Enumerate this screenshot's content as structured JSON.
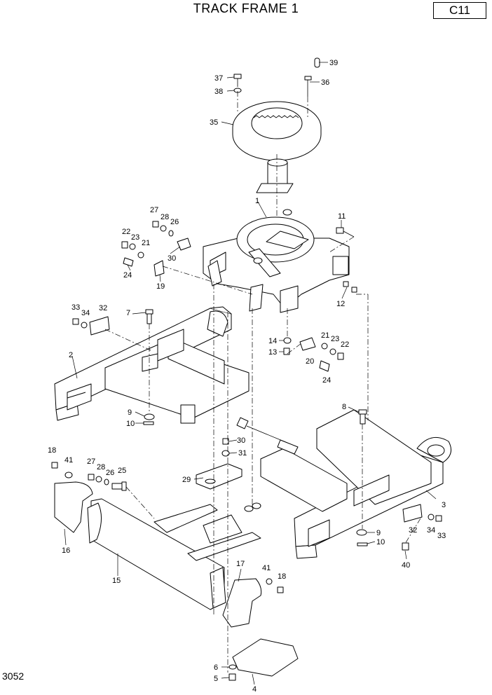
{
  "title": "TRACK FRAME 1",
  "code": "C11",
  "page_number": "3052",
  "callouts": {
    "c1": "1",
    "c2": "2",
    "c3": "3",
    "c4": "4",
    "c5": "5",
    "c6": "6",
    "c7": "7",
    "c8": "8",
    "c9a": "9",
    "c9b": "9",
    "c10a": "10",
    "c10b": "10",
    "c11": "11",
    "c12": "12",
    "c13": "13",
    "c14": "14",
    "c15": "15",
    "c16": "16",
    "c17": "17",
    "c18a": "18",
    "c18b": "18",
    "c19": "19",
    "c20": "20",
    "c21a": "21",
    "c21b": "21",
    "c22a": "22",
    "c22b": "22",
    "c23a": "23",
    "c23b": "23",
    "c24a": "24",
    "c24b": "24",
    "c25": "25",
    "c26a": "26",
    "c26b": "26",
    "c27a": "27",
    "c27b": "27",
    "c28a": "28",
    "c28b": "28",
    "c29": "29",
    "c30a": "30",
    "c30b": "30",
    "c31": "31",
    "c32a": "32",
    "c32b": "32",
    "c33a": "33",
    "c33b": "33",
    "c34a": "34",
    "c34b": "34",
    "c35": "35",
    "c36": "36",
    "c37": "37",
    "c38": "38",
    "c39": "39",
    "c40": "40",
    "c41a": "41",
    "c41b": "41"
  }
}
